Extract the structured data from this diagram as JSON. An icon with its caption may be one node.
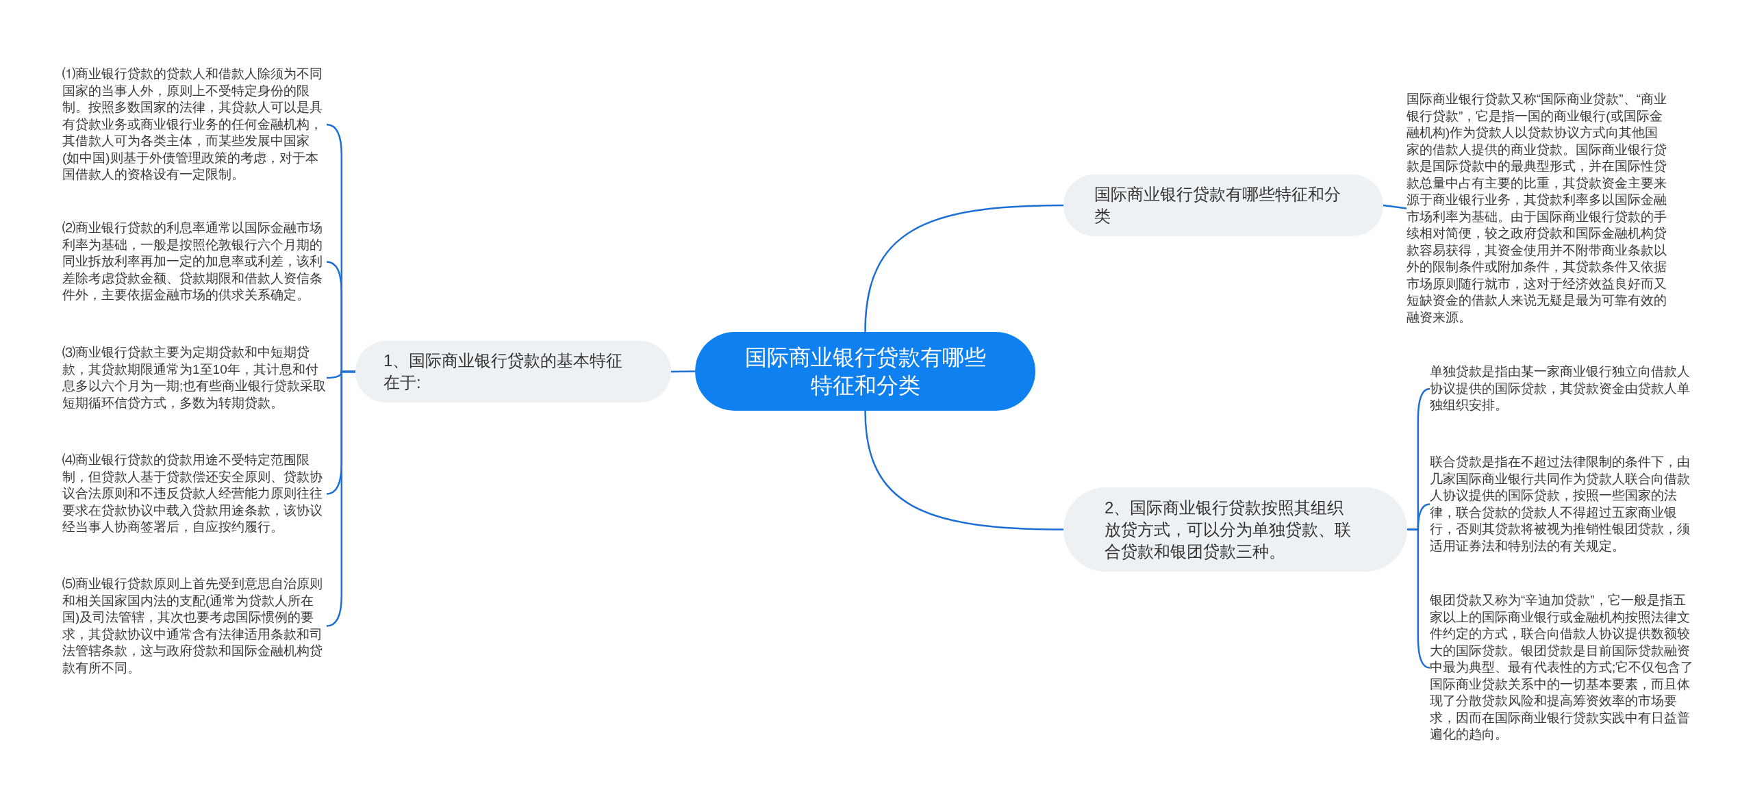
{
  "diagram": {
    "nodes": [
      {
        "text": [
          "国际商业银行贷款有哪些特征和分类"
        ]
      },
      {
        "text": [
          "1、国际商业银行贷款的基本特征在于:"
        ]
      },
      {
        "text": [
          "⑴商业银行贷款的贷款人和借款人除须为不同国家的当事人外，原则上不受特定身份的限制。按照多数国家的法律，其贷款人可以是具有贷款业务或商业银行业务的任何金融机构，其借款人可为各类主体，而某些发展中国家(如中国)则基于外债管理政策的考虑，对于本国借款人的资格设有一定限制。"
        ]
      },
      {
        "text": [
          "⑵商业银行贷款的利息率通常以国际金融市场利率为基础，一般是按照伦敦银行六个月期的同业拆放利率再加一定的加息率或利差，该利差除考虑贷款金额、贷款期限和借款人资信条件外，主要依据金融市场的供求关系确定。"
        ]
      },
      {
        "text": [
          "⑶商业银行贷款主要为定期贷款和中短期贷款，其贷款期限通常为1至10年，其计息和付息多以六个月为一期;也有些商业银行贷款采取短期循环信贷方式，多数为转期贷款。"
        ]
      },
      {
        "text": [
          "⑷商业银行贷款的贷款用途不受特定范围限制，但贷款人基于贷款偿还安全原则、贷款协议合法原则和不违反贷款人经营能力原则往往要求在贷款协议中载入贷款用途条款，该协议经当事人协商签署后，自应按约履行。"
        ]
      },
      {
        "text": [
          "⑸商业银行贷款原则上首先受到意思自治原则和相关国家国内法的支配(通常为贷款人所在国)及司法管辖，其次也要考虑国际惯例的要求，其贷款协议中通常含有法律适用条款和司法管辖条款，这与政府贷款和国际金融机构贷款有所不同。"
        ]
      },
      {
        "text": [
          "国际商业银行贷款有哪些特征和分类"
        ]
      },
      {
        "text": [
          "国际商业银行贷款又称“国际商业贷款”、“商业银行贷款”，它是指一国的商业银行(或国际金融机构)作为贷款人以贷款协议方式向其他国家的借款人提供的商业贷款。国际商业银行贷款是国际贷款中的最典型形式，并在国际性贷款总量中占有主要的比重，其贷款资金主要来源于商业银行业务，其贷款利率多以国际金融市场利率为基础。由于国际商业银行贷款的手续相对简便，较之政府贷款和国际金融机构贷款容易获得，其资金使用并不附带商业条款以外的限制条件或附加条件，其贷款条件又依据市场原则随行就市，这对于经济效益良好而又短缺资金的借款人来说无疑是最为可靠有效的融资来源。"
        ]
      },
      {
        "text": [
          "2、国际商业银行贷款按照其组织放贷方式，可以分为单独贷款、联合贷款和银团贷款三种。"
        ]
      },
      {
        "text": [
          "单独贷款是指由某一家商业银行独立向借款人协议提供的国际贷款，其贷款资金由贷款人单独组织安排。"
        ]
      },
      {
        "text": [
          "联合贷款是指在不超过法律限制的条件下，由几家国际商业银行共同作为贷款人联合向借款人协议提供的国际贷款，按照一些国家的法律，联合贷款的贷款人不得超过五家商业银行，否则其贷款将被视为推销性银团贷款，须适用证券法和特别法的有关规定。"
        ]
      },
      {
        "text": [
          "银团贷款又称为“辛迪加贷款”，它一般是指五家以上的国际商业银行或金融机构按照法律文件约定的方式，联合向借款人协议提供数额较大的国际贷款。银团贷款是目前国际贷款融资中最为典型、最有代表性的方式;它不仅包含了国际商业贷款关系中的一切基本要素，而且体现了分散贷款风险和提高筹资效率的市场要求，因而在国际商业银行贷款实践中有日益普遍化的趋向。"
        ]
      }
    ],
    "edges": [
      {
        "from": 0,
        "to": 1,
        "arrow": "none"
      },
      {
        "from": 1,
        "to": 2,
        "arrow": "none"
      },
      {
        "from": 1,
        "to": 3,
        "arrow": "none"
      },
      {
        "from": 1,
        "to": 4,
        "arrow": "none"
      },
      {
        "from": 1,
        "to": 5,
        "arrow": "none"
      },
      {
        "from": 1,
        "to": 6,
        "arrow": "none"
      },
      {
        "from": 0,
        "to": 7,
        "arrow": "none"
      },
      {
        "from": 7,
        "to": 8,
        "arrow": "none"
      },
      {
        "from": 0,
        "to": 9,
        "arrow": "none"
      },
      {
        "from": 9,
        "to": 10,
        "arrow": "none"
      },
      {
        "from": 9,
        "to": 11,
        "arrow": "none"
      },
      {
        "from": 9,
        "to": 12,
        "arrow": "none"
      }
    ]
  }
}
